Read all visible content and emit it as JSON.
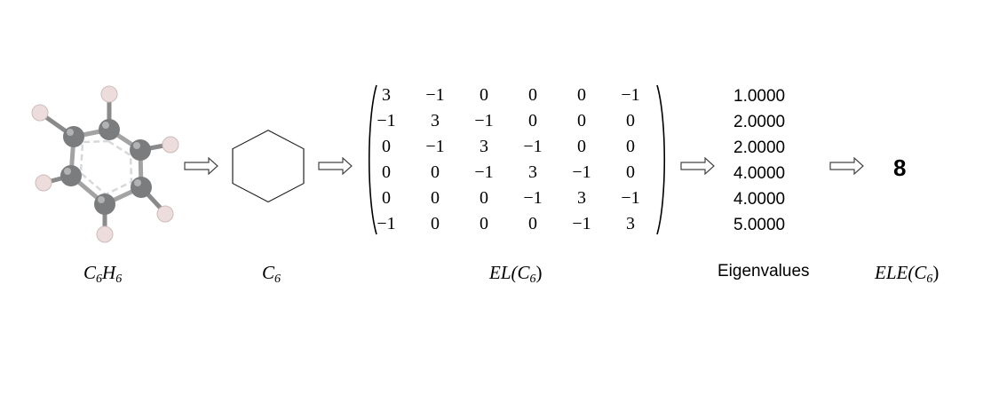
{
  "labels": {
    "molecule": {
      "base": "C",
      "sub1": "6",
      "mid": "H",
      "sub2": "6"
    },
    "graph": {
      "base": "C",
      "sub": "6"
    },
    "matrix": {
      "prefix": "EL(",
      "base": "C",
      "sub": "6",
      "suffix": ")"
    },
    "eigen_title": "Eigenvalues",
    "energy": {
      "prefix": "ELE(",
      "base": "C",
      "sub": "6",
      "suffix": ")"
    }
  },
  "matrix_rows": [
    [
      "3",
      "−1",
      "0",
      "0",
      "0",
      "−1"
    ],
    [
      "−1",
      "3",
      "−1",
      "0",
      "0",
      "0"
    ],
    [
      "0",
      "−1",
      "3",
      "−1",
      "0",
      "0"
    ],
    [
      "0",
      "0",
      "−1",
      "3",
      "−1",
      "0"
    ],
    [
      "0",
      "0",
      "0",
      "−1",
      "3",
      "−1"
    ],
    [
      "−1",
      "0",
      "0",
      "0",
      "−1",
      "3"
    ]
  ],
  "eigenvalues": [
    "1.0000",
    "2.0000",
    "2.0000",
    "4.0000",
    "4.0000",
    "5.0000"
  ],
  "result": "8",
  "colors": {
    "carbon": "#7a7c7e",
    "hydrogen": "#ecdcdc",
    "bond": "#8a8a8a",
    "arrow": "#444444",
    "hexagon": "#222222"
  }
}
